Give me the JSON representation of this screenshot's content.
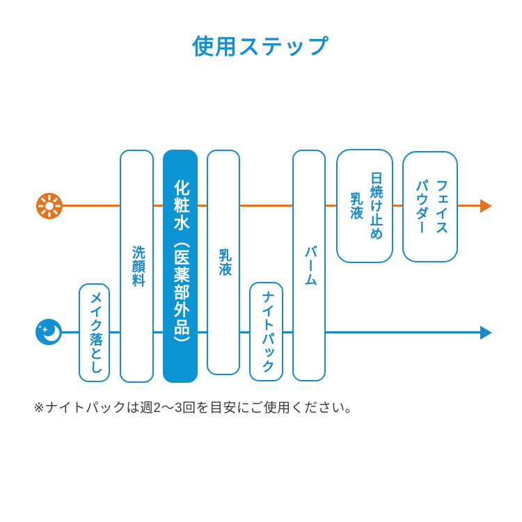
{
  "title": "使用ステップ",
  "note": "※ナイトパックは週2〜3回を目安にご使用ください。",
  "colors": {
    "blue": "#1689cb",
    "blue_fill": "#0d94d4",
    "title_blue": "#1390d0",
    "orange": "#e4721f",
    "note_gray": "#3b3b3b"
  },
  "flows": {
    "day": {
      "icon": "sun-icon",
      "color": "#e4721f"
    },
    "night": {
      "icon": "moon-icon",
      "color": "#1689cb"
    }
  },
  "steps": [
    {
      "label": "メイク落とし",
      "flow": "night",
      "filled": false
    },
    {
      "label": "洗顔料",
      "flow": "both",
      "filled": false
    },
    {
      "label": "化粧水（医薬部外品）",
      "flow": "both",
      "filled": true
    },
    {
      "label": "乳液",
      "flow": "both",
      "filled": false
    },
    {
      "label": "ナイトパック",
      "flow": "night",
      "filled": false
    },
    {
      "label": "バーム",
      "flow": "both",
      "filled": false
    },
    {
      "label": "日焼け止め\n乳液",
      "flow": "day",
      "filled": false
    },
    {
      "label": "フェイス\nパウダー",
      "flow": "day",
      "filled": false
    }
  ]
}
